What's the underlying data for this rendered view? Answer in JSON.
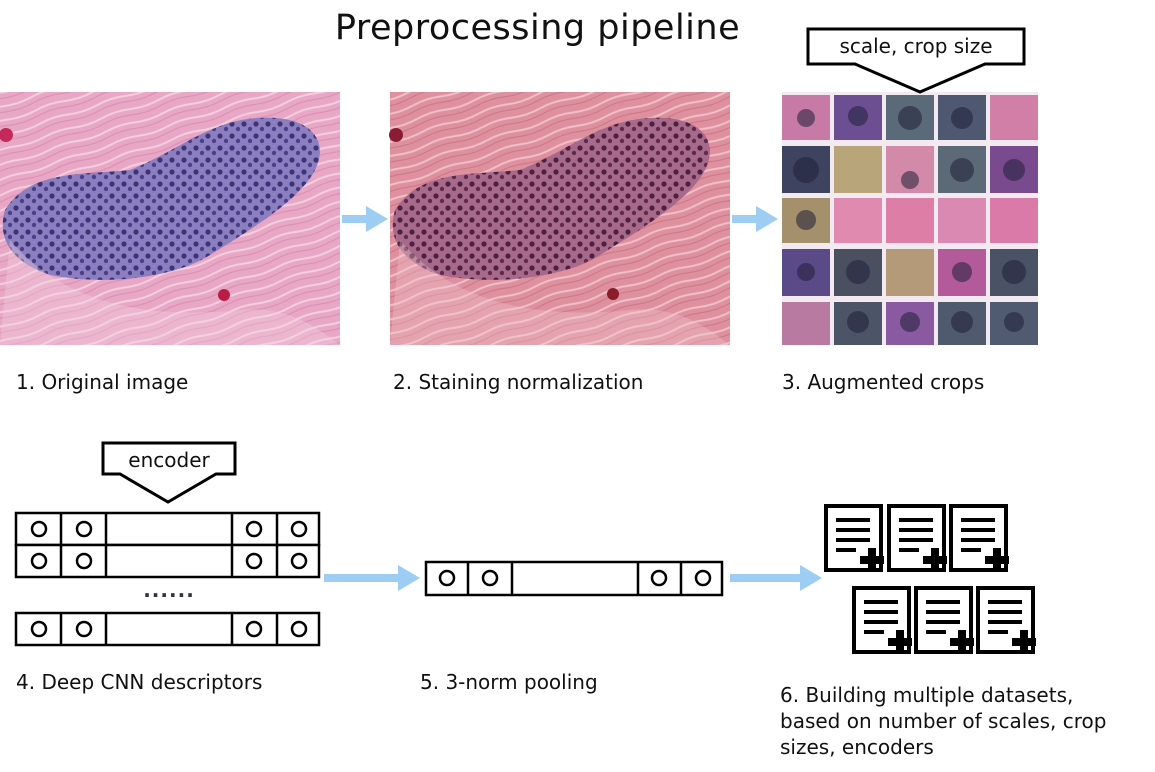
{
  "title": "Preprocessing pipeline",
  "steps": {
    "s1": "1. Original image",
    "s2": "2. Staining normalization",
    "s3": "3. Augmented crops",
    "s4": "4. Deep CNN descriptors",
    "s5": "5. 3-norm pooling",
    "s6_lines": [
      "6. Building multiple datasets,",
      "based on number of scales, crop",
      "sizes, encoders"
    ]
  },
  "callouts": {
    "scale_crop": "scale, crop size",
    "encoder": "encoder"
  },
  "ellipsis": "......",
  "colors": {
    "arrow": "#9ecdf3",
    "stroke": "#000000",
    "tissue_pink": "#e6a2c0",
    "tissue_purple": "#5b4f96",
    "norm_pink": "#dc8d9e",
    "norm_purple": "#6e3b5e"
  },
  "icons": {
    "flow_arrow": "right-arrow-icon",
    "dataset": "document-plus-icon"
  }
}
